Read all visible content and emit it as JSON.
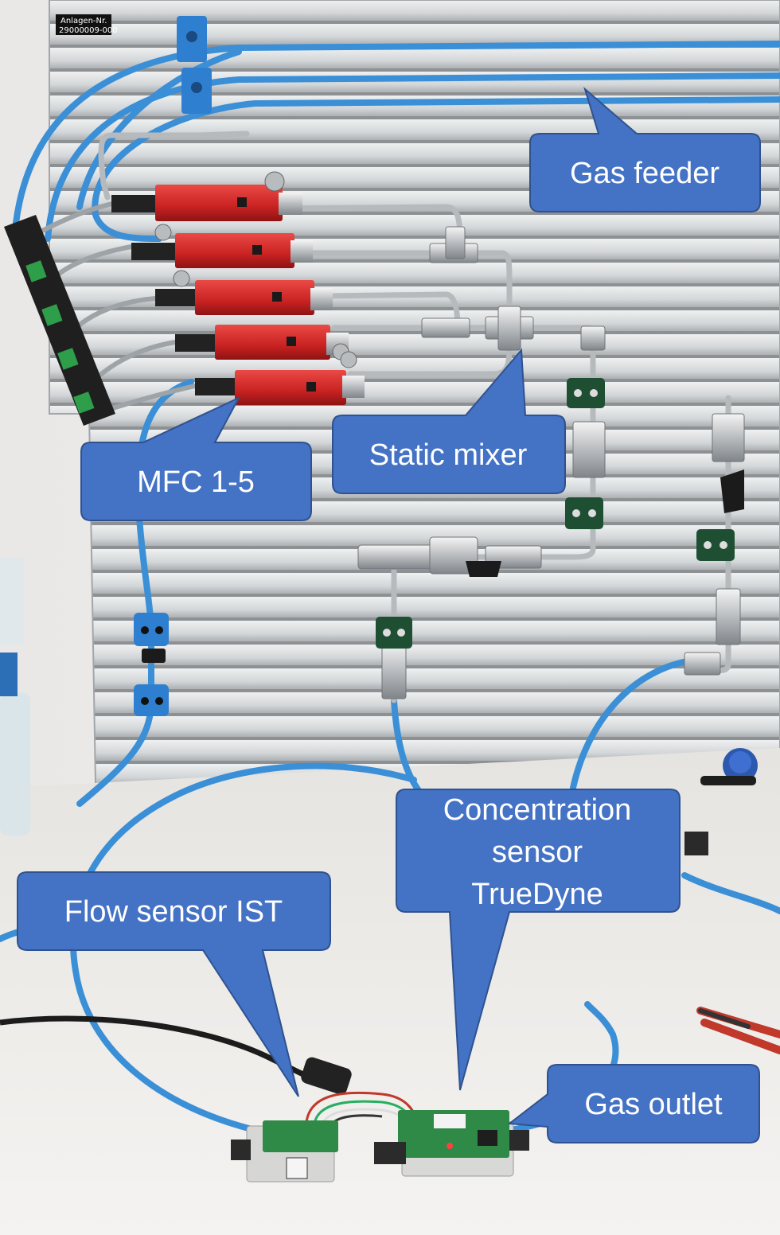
{
  "plate": {
    "line1": "Anlagen-Nr.",
    "line2": "29000009-000"
  },
  "callouts": {
    "gas_feeder": "Gas feeder",
    "static_mixer": "Static mixer",
    "mfc": "MFC 1-5",
    "concentration": [
      "Concentration",
      "sensor",
      "TrueDyne"
    ],
    "flow_sensor": "Flow sensor IST",
    "gas_outlet": "Gas outlet"
  },
  "colors": {
    "callout_fill": "#4472c4",
    "callout_stroke": "#2f528f",
    "tube_blue": "#3b8fd6",
    "mfc_red": "#d42b2b",
    "panel": "#d9dadb",
    "bench": "#ecebe8"
  }
}
